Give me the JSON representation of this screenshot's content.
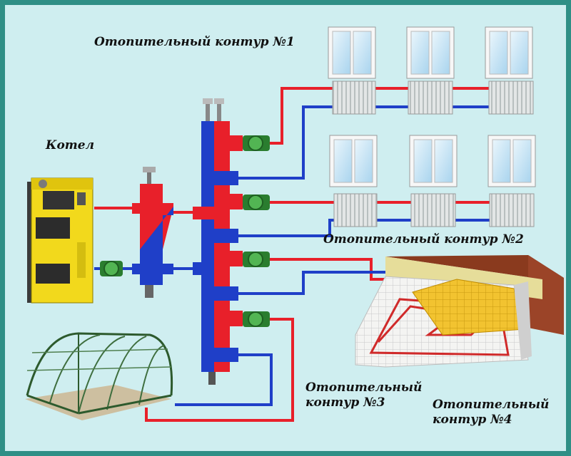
{
  "labels": {
    "boiler": "Котел",
    "circuit1": "Отопительный контур №1",
    "circuit2": "Отопительный контур №2",
    "circuit3_line1": "Отопительный",
    "circuit3_line2": "контур №3",
    "circuit4_line1": "Отопительный",
    "circuit4_line2": "контур №4"
  },
  "colors": {
    "background": "#cfeef0",
    "border": "#2f8f86",
    "supply": "#e8202a",
    "return": "#1f3fc8",
    "boiler": "#f2d91c",
    "pump": "#52b553"
  }
}
